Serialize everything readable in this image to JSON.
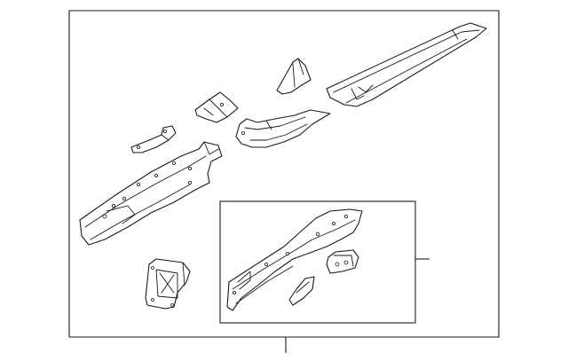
{
  "diagram": {
    "colors": {
      "line": "#1a1a1a",
      "background": "#ffffff"
    },
    "parts": [
      "main-frame-rail",
      "rail-reinforcement-bracket",
      "upper-mount-bracket",
      "side-bracket",
      "rocker-extension",
      "rear-gusset",
      "rear-rail-extension",
      "mount-block",
      "detail-rail-assembly",
      "detail-small-bracket",
      "detail-small-plate"
    ]
  }
}
